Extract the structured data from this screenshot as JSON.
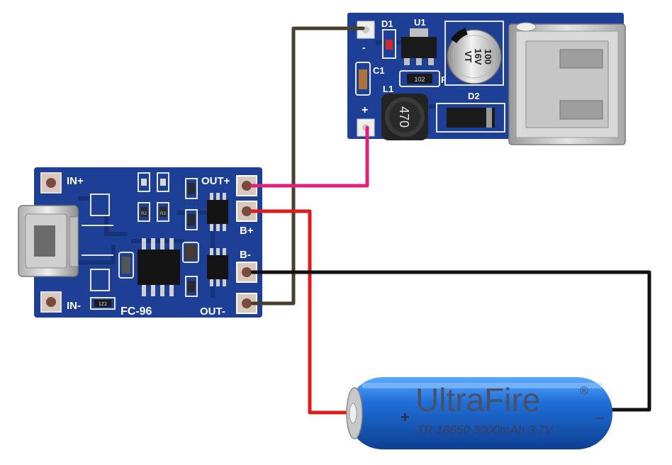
{
  "charger": {
    "pins": {
      "in_plus": "IN+",
      "in_minus": "IN-",
      "out_plus": "OUT+",
      "b_plus": "B+",
      "b_minus": "B-",
      "out_minus": "OUT-"
    },
    "model": "FC-96",
    "resistor_code": "1Z2",
    "tiny_codes": [
      "R2",
      "R3"
    ]
  },
  "booster": {
    "labels": {
      "minus": "-",
      "plus": "+",
      "d1": "D1",
      "u1": "U1",
      "c1": "C1",
      "r1": "R1",
      "l1": "L1",
      "d2": "D2"
    },
    "resistor_code": "102",
    "inductor_code": "470",
    "capacitor_lines": [
      "100",
      "16V",
      "VT"
    ]
  },
  "battery": {
    "brand": "UltraFire",
    "registered_mark": "®",
    "spec": "TR 18650 3000mAh 3.7V",
    "plus": "+",
    "minus": "_"
  },
  "colors": {
    "pcb": "#1d3f96",
    "pcb_dark": "#163278",
    "wire_brown": "#4a3f2f",
    "wire_pink": "#e0207a",
    "wire_red": "#e01b1b",
    "wire_black": "#111111",
    "battery_blue": "#1f6fd8"
  }
}
